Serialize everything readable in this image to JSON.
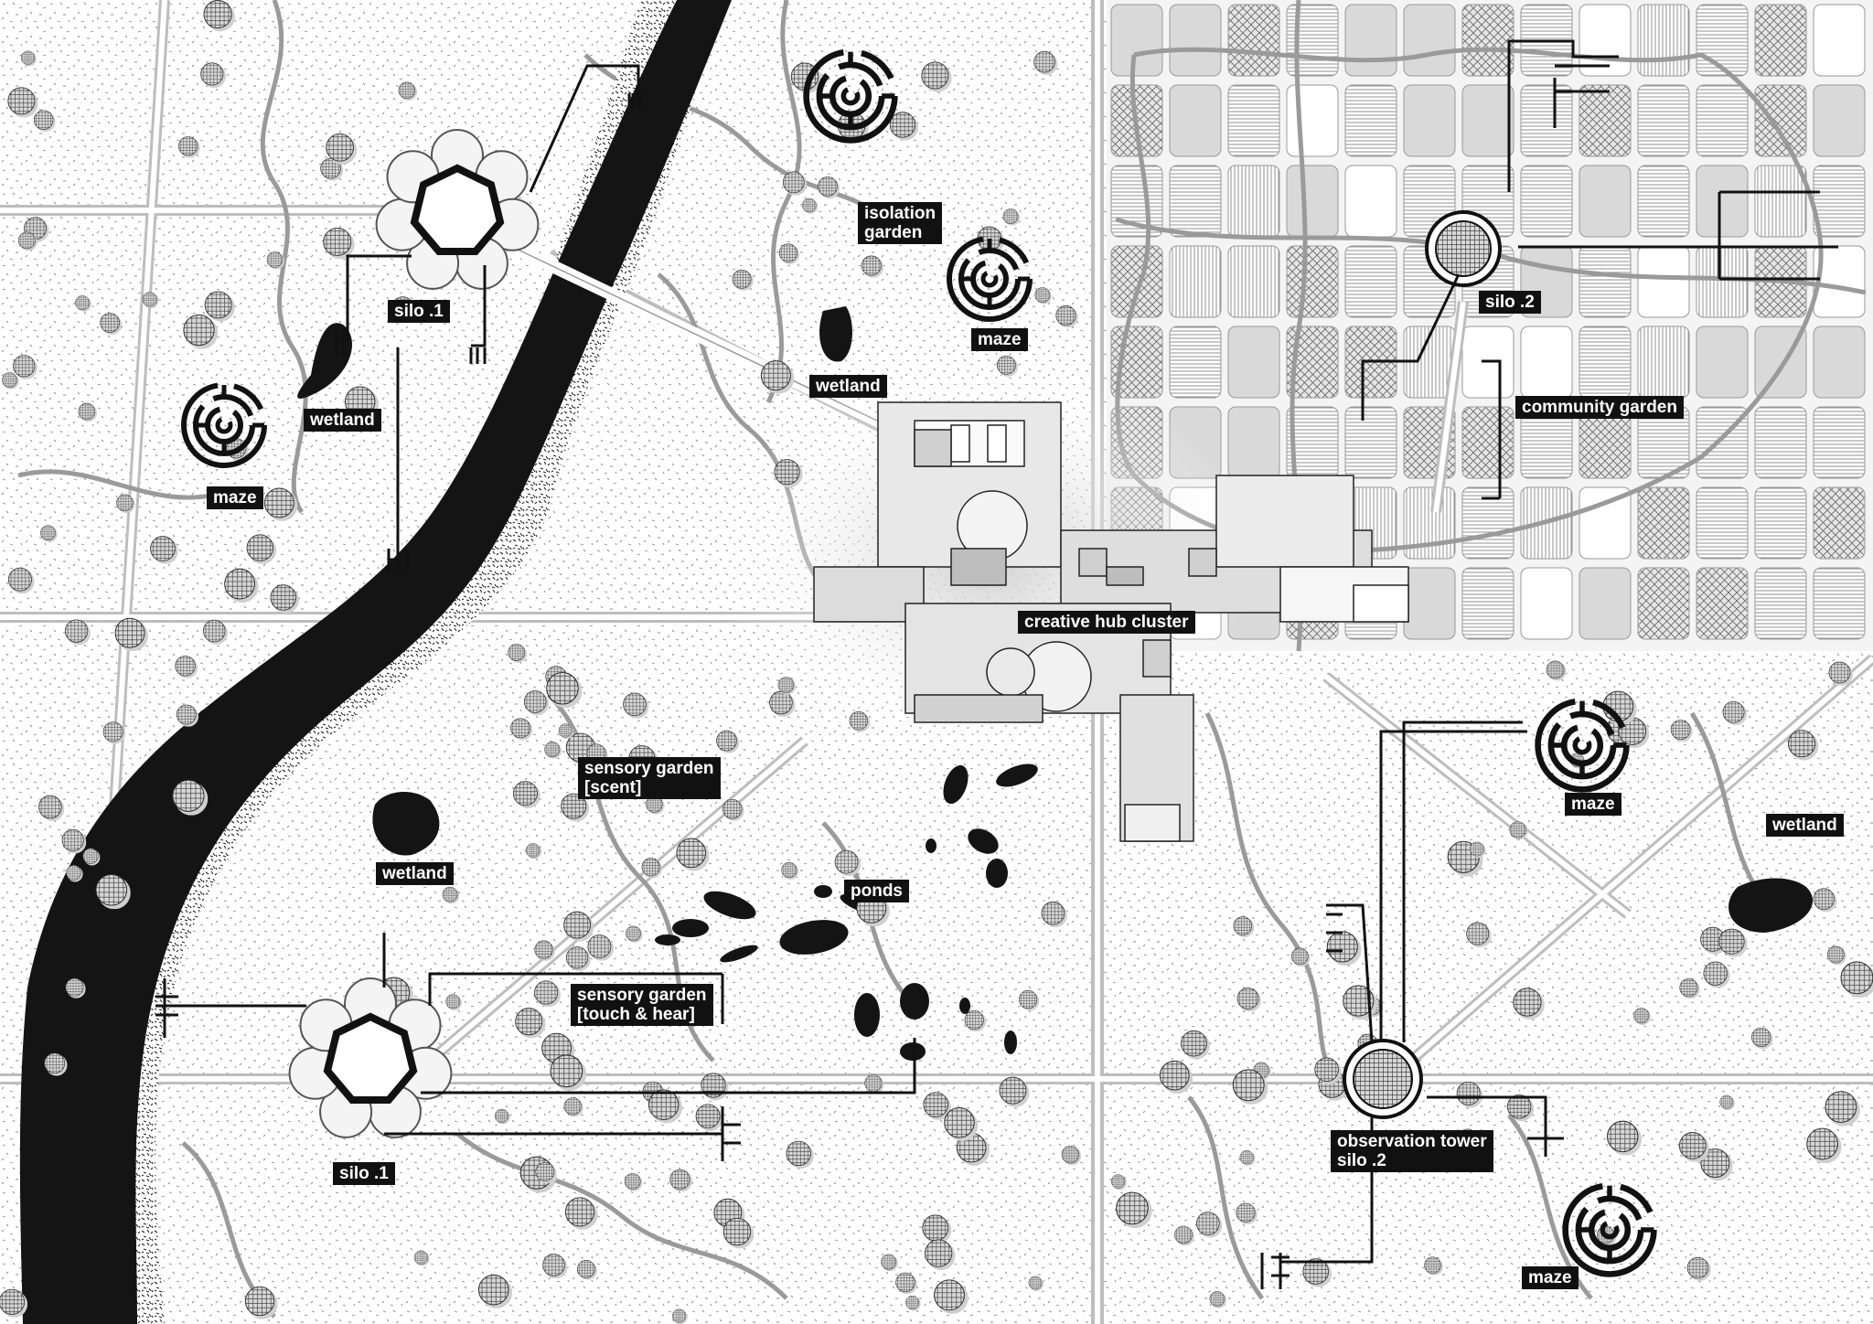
{
  "map": {
    "labels": {
      "isolation_garden": [
        "isolation",
        "garden"
      ],
      "maze_top_center": "maze",
      "wetland_top_center": "wetland",
      "silo1_top": "silo .1",
      "wetland_top_left": "wetland",
      "maze_left": "maze",
      "silo2_top": "silo .2",
      "community_garden": "community garden",
      "creative_hub": "creative hub cluster",
      "sensory_scent": [
        "sensory garden",
        "[scent]"
      ],
      "wetland_mid_left": "wetland",
      "ponds": "ponds",
      "sensory_touch": [
        "sensory garden",
        "[touch & hear]"
      ],
      "silo1_bottom": "silo .1",
      "maze_right": "maze",
      "wetland_right": "wetland",
      "observation_tower": [
        "observation tower",
        "silo .2"
      ],
      "maze_bottom_right": "maze"
    },
    "colors": {
      "ink": "#111111",
      "road": "#9a9a9a",
      "ground": "#ffffff",
      "river": "#141414",
      "farm_block": "#d6d6d6"
    },
    "icons": [
      "maze-icon",
      "silo-icon",
      "tower-icon",
      "wetland-shape",
      "tree-canopy",
      "river"
    ]
  }
}
